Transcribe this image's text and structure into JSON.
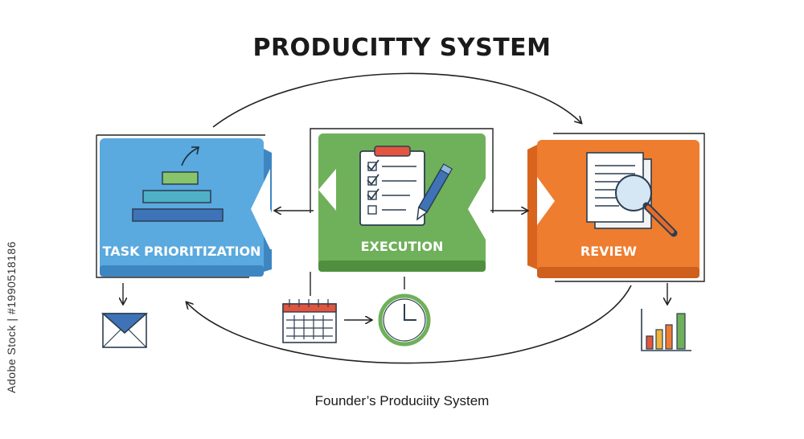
{
  "title": "PRODUCITTY SYSTEM",
  "caption": "Founder’s Produciity System",
  "watermark": "Adobe Stock | #1990518186",
  "cards": [
    {
      "id": "task",
      "label": "TASK PRIORITIZATION",
      "color": "#5aa9df",
      "icon": "pyramid-icon"
    },
    {
      "id": "exec",
      "label": "EXECUTION",
      "color": "#6fb05a",
      "icon": "clipboard-icon"
    },
    {
      "id": "review",
      "label": "REVIEW",
      "color": "#ee7d30",
      "icon": "magnifier-document-icon"
    }
  ],
  "icons": {
    "envelope": "envelope-icon",
    "calendar": "calendar-icon",
    "clock": "clock-icon",
    "bars": "bar-chart-icon"
  }
}
